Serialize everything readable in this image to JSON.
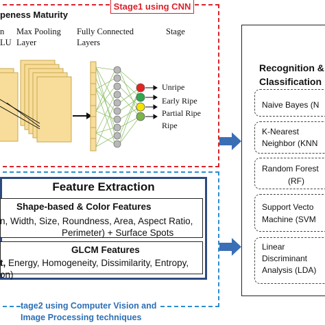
{
  "stage1": {
    "label": "Stage1 using CNN",
    "title": "peness Maturity",
    "col_relu_line1": "n",
    "col_relu_line2": "LU",
    "col_pool_line1": "Max Pooling",
    "col_pool_line2": "Layer",
    "col_fc_line1": "Fully Connected",
    "col_fc_line2": "Layers",
    "col_stage": "Stage",
    "outputs": [
      {
        "label": "Unripe",
        "color": "#e52421"
      },
      {
        "label": "Early Ripe",
        "color": "#2fa84f"
      },
      {
        "label": "Partial Ripe",
        "color": "#f3e500"
      },
      {
        "label": "Ripe",
        "color": "#7ab648"
      }
    ]
  },
  "stage2": {
    "title": "Feature Extraction",
    "shape_head": "Shape-based & Color Features",
    "shape_line1": "n, Width, Size, Roundness, Area, Aspect Ratio,",
    "shape_line2": "Perimeter) + Surface Spots",
    "glcm_head": "GLCM Features",
    "glcm_line1_bold": "t,",
    "glcm_line1": " Energy, Homogeneity, Dissimilarity, Entropy,",
    "glcm_line2": "on)",
    "label_line1": "tage2 using Computer Vision and",
    "label_line2": "Image Processing techniques"
  },
  "recognition": {
    "title_line1": "Recognition &",
    "title_line2": "Classification",
    "classifiers": [
      {
        "line1": "Naive Bayes (N",
        "line2": ""
      },
      {
        "line1": "K-Nearest",
        "line2": "Neighbor (KNN"
      },
      {
        "line1": "Random Forest",
        "line2": "(RF)"
      },
      {
        "line1": "Support Vecto",
        "line2": "Machine (SVM"
      },
      {
        "line1": "Linear",
        "line2": "Discriminant",
        "line3": "Analysis (LDA)"
      }
    ]
  },
  "colors": {
    "stage1": "#d9222a",
    "stage2": "#2b8ccf",
    "feature_border": "#2c4a80",
    "arrow": "#3a6fb5",
    "feature_map": "#f8dc9a",
    "feature_map_border": "#c9a84c"
  }
}
